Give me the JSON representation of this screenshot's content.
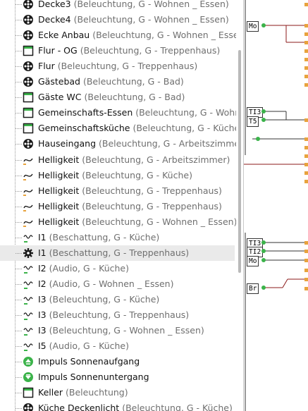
{
  "tree": {
    "items": [
      {
        "name": "Decke3",
        "meta": "(Beleuchtung, G - Wohnen _ Essen)",
        "icon": "bulb-icon",
        "selected": false
      },
      {
        "name": "Decke4",
        "meta": "(Beleuchtung, G - Wohnen _ Essen)",
        "icon": "bulb-icon",
        "selected": false
      },
      {
        "name": "Ecke Anbau",
        "meta": "(Beleuchtung, G - Wohnen _ Essen)",
        "icon": "bulb-icon",
        "selected": false
      },
      {
        "name": "Flur - OG",
        "meta": "(Beleuchtung, G - Treppenhaus)",
        "icon": "switch-icon",
        "selected": false
      },
      {
        "name": "Flur",
        "meta": "(Beleuchtung, G - Treppenhaus)",
        "icon": "bulb-icon",
        "selected": false
      },
      {
        "name": "Gästebad",
        "meta": "(Beleuchtung, G - Bad)",
        "icon": "bulb-icon",
        "selected": false
      },
      {
        "name": "Gäste WC",
        "meta": "(Beleuchtung, G - Bad)",
        "icon": "switch-icon",
        "selected": false
      },
      {
        "name": "Gemeinschafts-Essen",
        "meta": "(Beleuchtung, G - Wohnen _ Essen)",
        "icon": "switch-icon",
        "selected": false
      },
      {
        "name": "Gemeinschaftsküche",
        "meta": "(Beleuchtung, G - Küche)",
        "icon": "switch-icon",
        "selected": false
      },
      {
        "name": "Hauseingang",
        "meta": "(Beleuchtung, G - Arbeitszimmer)",
        "icon": "bulb-icon",
        "selected": false
      },
      {
        "name": "Helligkeit",
        "meta": "(Beleuchtung, G - Arbeitszimmer)",
        "icon": "brightness-icon",
        "selected": false
      },
      {
        "name": "Helligkeit",
        "meta": "(Beleuchtung, G - Küche)",
        "icon": "brightness-icon",
        "selected": false
      },
      {
        "name": "Helligkeit",
        "meta": "(Beleuchtung, G - Treppenhaus)",
        "icon": "brightness-icon",
        "selected": false
      },
      {
        "name": "Helligkeit",
        "meta": "(Beleuchtung, G - Treppenhaus)",
        "icon": "brightness-icon",
        "selected": false
      },
      {
        "name": "Helligkeit",
        "meta": "(Beleuchtung, G - Wohnen _ Essen)",
        "icon": "brightness-icon",
        "selected": false
      },
      {
        "name": "I1",
        "meta": "(Beschattung, G - Küche)",
        "icon": "input-icon",
        "selected": false
      },
      {
        "name": "I1",
        "meta": "(Beschattung, G - Treppenhaus)",
        "icon": "gear-icon",
        "selected": true
      },
      {
        "name": "I2",
        "meta": "(Audio, G - Küche)",
        "icon": "input-icon",
        "selected": false
      },
      {
        "name": "I2",
        "meta": "(Audio, G - Wohnen _ Essen)",
        "icon": "input-icon",
        "selected": false
      },
      {
        "name": "I3",
        "meta": "(Beleuchtung, G - Küche)",
        "icon": "input-icon",
        "selected": false
      },
      {
        "name": "I3",
        "meta": "(Beleuchtung, G - Treppenhaus)",
        "icon": "input-icon",
        "selected": false
      },
      {
        "name": "I3",
        "meta": "(Beleuchtung, G - Wohnen _ Essen)",
        "icon": "input-icon",
        "selected": false
      },
      {
        "name": "I5",
        "meta": "(Audio, G - Küche)",
        "icon": "input-icon",
        "selected": false
      },
      {
        "name": "Impuls Sonnenaufgang",
        "meta": "",
        "icon": "sunrise-icon",
        "selected": false
      },
      {
        "name": "Impuls Sonnenuntergang",
        "meta": "",
        "icon": "sunset-icon",
        "selected": false
      },
      {
        "name": "Keller",
        "meta": "(Beleuchtung)",
        "icon": "switch-icon",
        "selected": false
      },
      {
        "name": "Küche Deckenlicht",
        "meta": "(Beleuchtung, G - Küche)",
        "icon": "bulb-icon",
        "selected": false
      }
    ]
  },
  "graph": {
    "labels": [
      "Mo",
      "TI3",
      "T5",
      "TI3",
      "TI2",
      "Mo",
      "Br"
    ]
  },
  "colors": {
    "accent_green": "#3bb34a",
    "port_orange": "#e8a33d",
    "wire_dark_red": "#8b1a1a",
    "selected_row": "#eaeaea"
  }
}
